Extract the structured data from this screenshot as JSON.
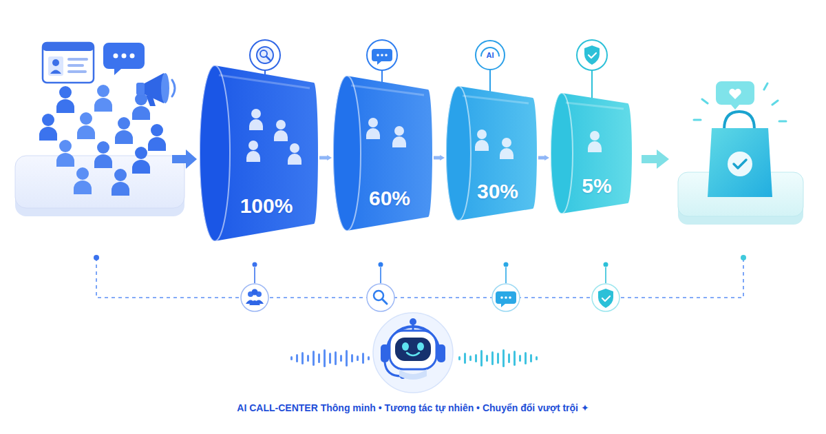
{
  "diagram": {
    "caption": "AI CALL-CENTER Thông minh • Tương tác tự nhiên • Chuyển đổi vượt trội ✦",
    "nodes": [
      {
        "text": [
          "100%"
        ]
      },
      {
        "text": [
          "60%"
        ]
      },
      {
        "text": [
          "AI"
        ]
      },
      {
        "text": [
          "30%"
        ]
      },
      {
        "text": [
          "5%"
        ]
      }
    ],
    "edges": [
      {
        "from": 0,
        "to": 1,
        "arrow": "to"
      },
      {
        "from": 1,
        "to": 3,
        "arrow": "to"
      },
      {
        "from": 3,
        "to": 4,
        "arrow": "to"
      },
      {
        "from": 2,
        "to": 3,
        "arrow": "none"
      }
    ]
  }
}
